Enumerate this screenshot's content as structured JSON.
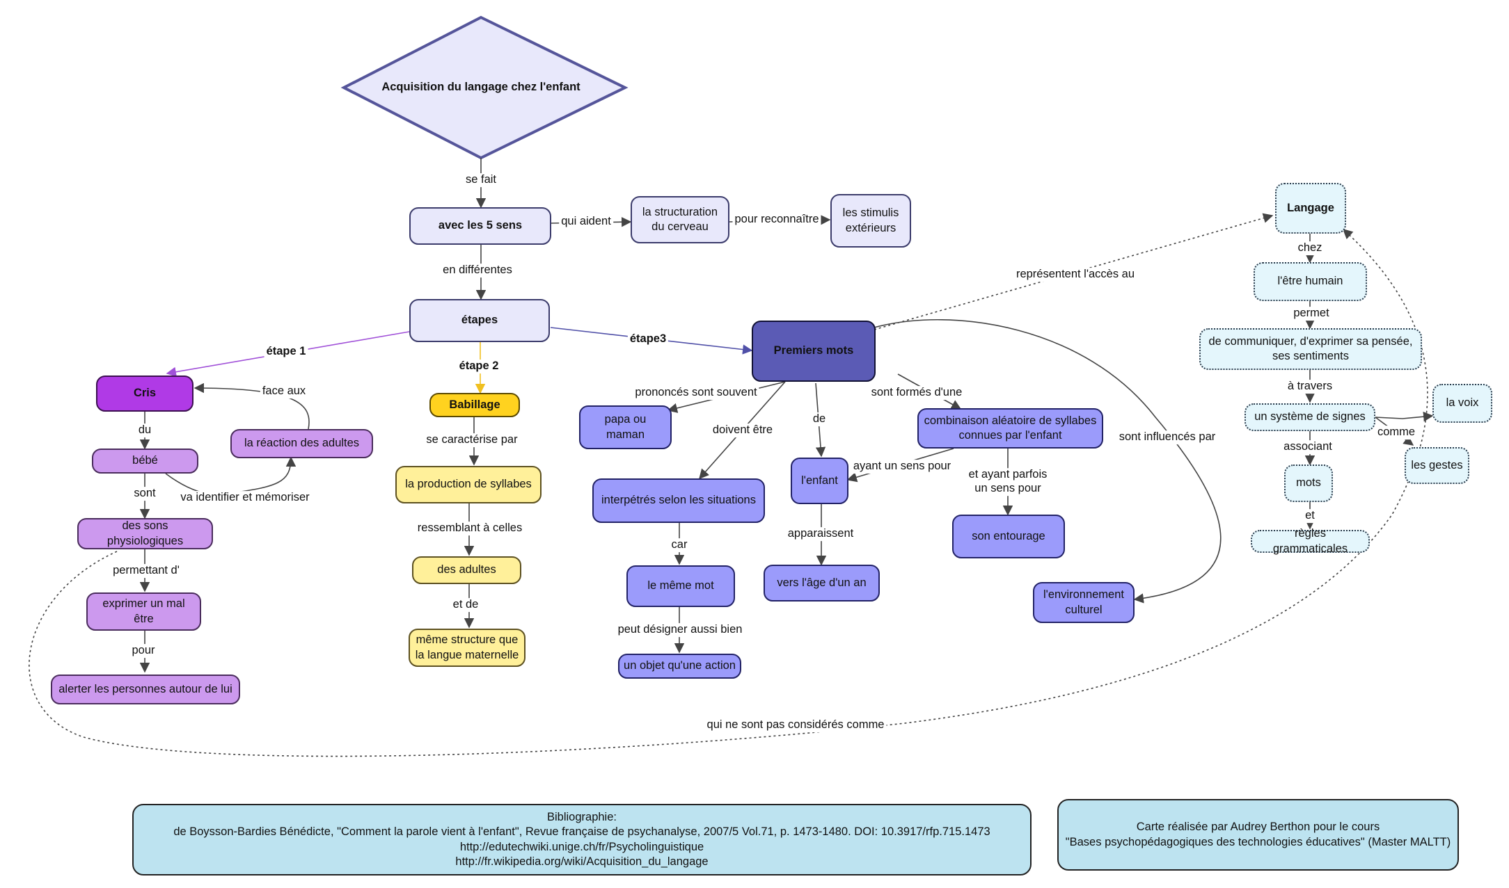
{
  "title": "Acquisition du langage chez l'enfant",
  "nodes": {
    "sens": "avec les 5 sens",
    "structuration": "la structuration du cerveau",
    "stimulis": "les stimulis extérieurs",
    "etapes": "étapes",
    "cris": "Cris",
    "reaction": "la réaction des adultes",
    "bebe": "bébé",
    "sons": "des sons physiologiques",
    "mal_etre": "exprimer un mal être",
    "alerter": "alerter les personnes autour de lui",
    "babillage": "Babillage",
    "production": "la production de syllabes",
    "adultes": "des adultes",
    "meme_structure": "même structure que la langue maternelle",
    "premiers_mots": "Premiers mots",
    "papa": "papa ou maman",
    "interpretes": "interpétrés selon les situations",
    "meme_mot": "le même mot",
    "objet": "un objet qu'une action",
    "enfant": "l'enfant",
    "age": "vers l'âge d'un an",
    "combinaison": "combinaison aléatoire de syllabes connues par l'enfant",
    "entourage": "son entourage",
    "environnement": "l'environnement culturel",
    "langage": "Langage",
    "etre_humain": "l'être humain",
    "communiquer": "de communiquer, d'exprimer sa pensée, ses sentiments",
    "systeme": "un système de signes",
    "voix": "la voix",
    "gestes": "les gestes",
    "mots": "mots",
    "regles": "règles grammaticales"
  },
  "links": {
    "se_fait": "se fait",
    "qui_aident": "qui aident",
    "pour_reconnaitre": "pour reconnaître",
    "en_differentes": "en différentes",
    "etape1": "étape 1",
    "etape2": "étape 2",
    "etape3": "étape3",
    "face_aux": "face aux",
    "du": "du",
    "va_identifier": "va identifier et mémoriser",
    "sont": "sont",
    "permettant": "permettant d'",
    "pour": "pour",
    "se_caracterise": "se caractérise par",
    "ressemblant": "ressemblant à celles",
    "et_de": "et de",
    "prononces": "prononcés sont souvent",
    "doivent_etre": "doivent être",
    "car": "car",
    "peut_designer": "peut désigner aussi bien",
    "de": "de",
    "apparaissent": "apparaissent",
    "sont_formes": "sont formés d'une",
    "ayant_sens": "ayant un sens pour",
    "et_ayant": "et ayant parfois un sens pour",
    "sont_influences": "sont influencés par",
    "representent": "représentent l'accès au",
    "chez": "chez",
    "permet": "permet",
    "a_travers": "à travers",
    "associant": "associant",
    "comme": "comme",
    "et": "et",
    "pas_considerees": "qui ne sont pas considérés comme"
  },
  "bibliography": {
    "heading": "Bibliographie:",
    "ref1": "de Boysson-Bardies Bénédicte, \"Comment la parole vient à l'enfant\", Revue française de psychanalyse,  2007/5 Vol.71, p. 1473-1480. DOI: 10.3917/rfp.715.1473",
    "ref2": "http://edutechwiki.unige.ch/fr/Psycholinguistique",
    "ref3": "http://fr.wikipedia.org/wiki/Acquisition_du_langage"
  },
  "credits": {
    "line1": "Carte réalisée par Audrey Berthon pour le cours",
    "line2": "\"Bases psychopédagogiques des technologies éducatives\" (Master MALTT)"
  },
  "colors": {
    "top": "#e8e8fb",
    "cris_branch": "#b03ae6",
    "babillage_branch": "#ffd21f",
    "premiers_mots_branch": "#5b5bb5",
    "langage_branch": "#e4f6fc"
  }
}
